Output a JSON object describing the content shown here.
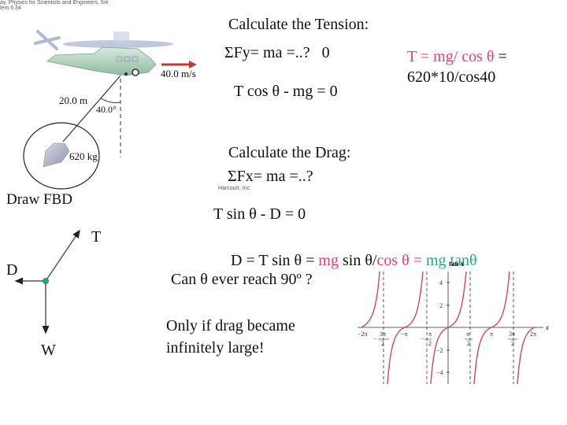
{
  "credit": {
    "line1": "ay, Physics for Scientists and Engineers, 5/e",
    "line2": "lem 6.34",
    "publisher": "Harcourt, Inc."
  },
  "figure": {
    "velocity_label": "40.0 m/s",
    "rope_length_label": "20.0 m",
    "angle_label": "40.0°",
    "mass_label": "620 kg",
    "velocity_arrow_color": "#c0392b"
  },
  "fbd": {
    "title": "Draw FBD",
    "tension_label": "T",
    "drag_label": "D",
    "weight_label": "W",
    "dot_color": "#2aa878"
  },
  "tension": {
    "heading": "Calculate the Tension:",
    "sum_fy": "ΣFy= ma =..?   0",
    "equation": "T cos θ - mg = 0",
    "result_line1_pink": "T = mg/ cos θ",
    "result_line1_black": " =",
    "result_line2": "620*10/cos40"
  },
  "drag": {
    "heading": "Calculate the Drag:",
    "sum_fx": "ΣFx= ma =..?",
    "equation": "T sin θ - D = 0",
    "result": {
      "p1": "D = T sin θ = ",
      "p2": "mg",
      "p3": " sin θ/",
      "p4": "cos θ = ",
      "p5": "mg tanθ"
    }
  },
  "question": {
    "text": "Can θ ever reach 90º ?",
    "answer_line1": "Only if drag became",
    "answer_line2": "infinitely large!"
  },
  "colors": {
    "pink": "#e0407f",
    "green": "#2aa88a",
    "curve": "#c0505a"
  },
  "chart_data": {
    "type": "line",
    "title": "tan x",
    "xlabel": "x",
    "ylabel": "",
    "x_ticks": [
      "-2π",
      "-3π/2",
      "-π",
      "-π/2",
      "π/2",
      "π",
      "3π/2",
      "2π"
    ],
    "y_ticks": [
      -4,
      -2,
      2,
      4
    ],
    "xlim": [
      -6.2832,
      6.2832
    ],
    "ylim": [
      -5,
      5
    ],
    "asymptotes": [
      "-3π/2",
      "-π/2",
      "π/2",
      "3π/2"
    ],
    "series": [
      {
        "name": "tan x",
        "function": "tan(x)",
        "x": [
          -6.283,
          -5.5,
          -5.0,
          -4.712,
          -4.4,
          -3.8,
          -3.1416,
          -2.5,
          -2.0,
          -1.5708,
          -1.2,
          -0.6,
          0,
          0.6,
          1.2,
          1.5708,
          2.0,
          2.5,
          3.1416,
          3.8,
          4.4,
          4.712,
          5.0,
          5.5,
          6.283
        ],
        "y": [
          0,
          0.71,
          3.38,
          null,
          -3.1,
          -0.77,
          0,
          0.75,
          2.19,
          null,
          2.57,
          -0.68,
          0,
          0.68,
          2.57,
          null,
          -2.19,
          -0.75,
          0,
          0.77,
          3.1,
          null,
          -3.38,
          -0.71,
          0
        ]
      }
    ],
    "grid": false,
    "legend": "none"
  }
}
